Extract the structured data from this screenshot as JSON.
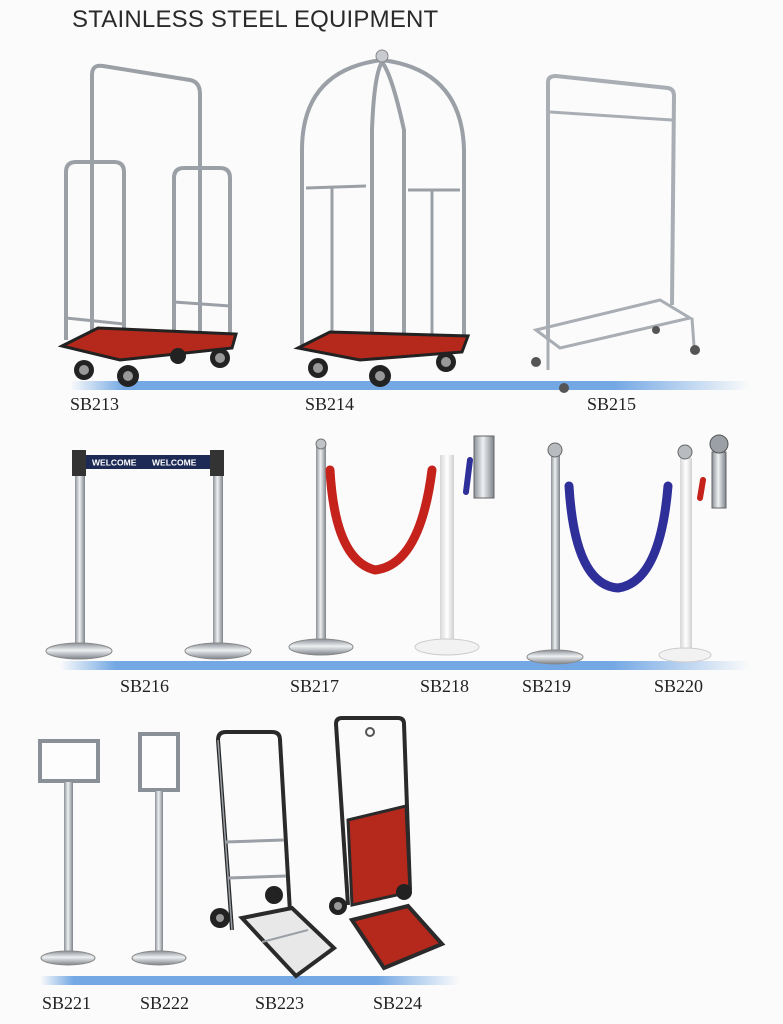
{
  "page": {
    "title": "STAINLESS STEEL EQUIPMENT"
  },
  "products": [
    {
      "code": "SB213",
      "item": "luggage-cart"
    },
    {
      "code": "SB214",
      "item": "birdcage-luggage-cart"
    },
    {
      "code": "SB215",
      "item": "garment-rack"
    },
    {
      "code": "SB216",
      "item": "retractable-belt-stanchions"
    },
    {
      "code": "SB217",
      "item": "rope-stanchion-polished"
    },
    {
      "code": "SB218",
      "item": "rope-stanchion-white"
    },
    {
      "code": "SB219",
      "item": "rope-stanchion-ball-top"
    },
    {
      "code": "SB220",
      "item": "rope-stanchion-white-ball-top"
    },
    {
      "code": "SB221",
      "item": "sign-stand-landscape"
    },
    {
      "code": "SB222",
      "item": "sign-stand-portrait"
    },
    {
      "code": "SB223",
      "item": "hand-truck"
    },
    {
      "code": "SB224",
      "item": "hand-truck-carpeted"
    }
  ],
  "banner": {
    "text_left": "WELCOME",
    "text_right": "WELCOME"
  },
  "colors": {
    "steel": "#b9bec4",
    "steel_dark": "#7d838a",
    "carpet_red": "#b5281c",
    "rope_red": "#c4221b",
    "rope_blue": "#2f2f9a",
    "accent_blue": "#4a8cdc",
    "white_post": "#f4f4f4"
  }
}
